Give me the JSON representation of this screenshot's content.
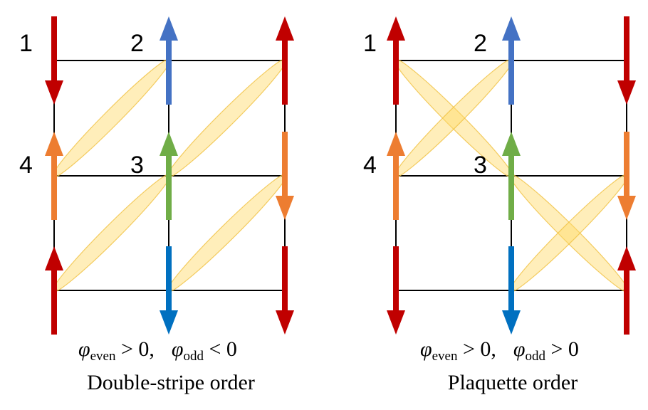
{
  "colors": {
    "red": "#c00000",
    "blue_light": "#4472c4",
    "blue_dark": "#0070c0",
    "orange": "#ed7d31",
    "green": "#70ad47",
    "bond_fill": "#ffd966",
    "grid": "#000000"
  },
  "panels": [
    {
      "name": "double-stripe",
      "site_labels": [
        "1",
        "2",
        "3",
        "4"
      ],
      "condition": {
        "even_symbol": "φ",
        "even_sub": "even",
        "even_rel": " > 0,",
        "odd_symbol": "φ",
        "odd_sub": "odd",
        "odd_rel": " < 0"
      },
      "caption": "Double-stripe order",
      "spins": [
        {
          "col": 0,
          "row": 0,
          "dir": "down",
          "color": "red"
        },
        {
          "col": 1,
          "row": 0,
          "dir": "up",
          "color": "blue_light"
        },
        {
          "col": 2,
          "row": 0,
          "dir": "up",
          "color": "red"
        },
        {
          "col": 0,
          "row": 1,
          "dir": "up",
          "color": "orange"
        },
        {
          "col": 1,
          "row": 1,
          "dir": "up",
          "color": "green"
        },
        {
          "col": 2,
          "row": 1,
          "dir": "down",
          "color": "orange"
        },
        {
          "col": 0,
          "row": 2,
          "dir": "up",
          "color": "red"
        },
        {
          "col": 1,
          "row": 2,
          "dir": "down",
          "color": "blue_dark"
        },
        {
          "col": 2,
          "row": 2,
          "dir": "down",
          "color": "red"
        }
      ],
      "bonds": [
        {
          "from": [
            0,
            1
          ],
          "to": [
            1,
            0
          ]
        },
        {
          "from": [
            1,
            1
          ],
          "to": [
            2,
            0
          ]
        },
        {
          "from": [
            0,
            2
          ],
          "to": [
            1,
            1
          ]
        },
        {
          "from": [
            1,
            2
          ],
          "to": [
            2,
            1
          ]
        }
      ]
    },
    {
      "name": "plaquette",
      "site_labels": [
        "1",
        "2",
        "3",
        "4"
      ],
      "condition": {
        "even_symbol": "φ",
        "even_sub": "even",
        "even_rel": " > 0,",
        "odd_symbol": "φ",
        "odd_sub": "odd",
        "odd_rel": " > 0"
      },
      "caption": "Plaquette order",
      "spins": [
        {
          "col": 0,
          "row": 0,
          "dir": "up",
          "color": "red"
        },
        {
          "col": 1,
          "row": 0,
          "dir": "up",
          "color": "blue_light"
        },
        {
          "col": 2,
          "row": 0,
          "dir": "down",
          "color": "red"
        },
        {
          "col": 0,
          "row": 1,
          "dir": "up",
          "color": "orange"
        },
        {
          "col": 1,
          "row": 1,
          "dir": "up",
          "color": "green"
        },
        {
          "col": 2,
          "row": 1,
          "dir": "down",
          "color": "orange"
        },
        {
          "col": 0,
          "row": 2,
          "dir": "down",
          "color": "red"
        },
        {
          "col": 1,
          "row": 2,
          "dir": "down",
          "color": "blue_dark"
        },
        {
          "col": 2,
          "row": 2,
          "dir": "up",
          "color": "red"
        }
      ],
      "bonds": [
        {
          "from": [
            0,
            0
          ],
          "to": [
            1,
            1
          ]
        },
        {
          "from": [
            0,
            1
          ],
          "to": [
            1,
            0
          ]
        },
        {
          "from": [
            1,
            1
          ],
          "to": [
            2,
            2
          ]
        },
        {
          "from": [
            1,
            2
          ],
          "to": [
            2,
            1
          ]
        }
      ]
    }
  ]
}
